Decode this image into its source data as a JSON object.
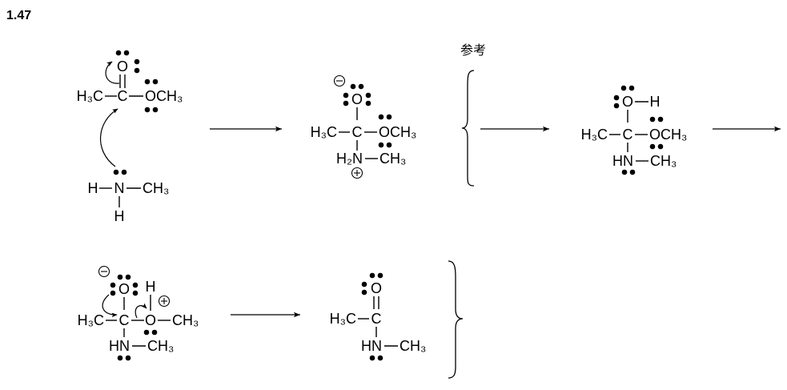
{
  "problem_number": "1.47",
  "reference_label": "参考",
  "colors": {
    "ink": "#000000",
    "background": "#ffffff"
  },
  "icons": {
    "negative_charge": "minus-circle-icon",
    "positive_charge": "plus-circle-icon",
    "reaction_arrow": "arrow-right-icon",
    "electron_arrow": "curved-arrow-icon",
    "lone_pair": "electron-pair-dots",
    "bracket": "curly-brace"
  },
  "step1": {
    "ester": {
      "carbonyl_oxygen": "O",
      "methyl": "H₃C",
      "carbon": "C",
      "methoxy": "OCH₃"
    },
    "amine": {
      "hydrogen_left": "H",
      "nitrogen": "N",
      "methyl": "CH₃",
      "hydrogen_bottom": "H"
    }
  },
  "step2": {
    "oxygen": "O",
    "methyl": "H₃C",
    "carbon": "C",
    "methoxy": "OCH₃",
    "amine": "H₂N",
    "n_methyl": "CH₃"
  },
  "step3": {
    "oxygen": "O",
    "hydroxyl_h": "H",
    "methyl": "H₃C",
    "carbon": "C",
    "methoxy": "OCH₃",
    "amine": "HN",
    "n_methyl": "CH₃"
  },
  "step4": {
    "oxygen": "O",
    "oxonium_h": "H",
    "methyl": "H₃C",
    "carbon": "C",
    "ether_oxygen": "O",
    "o_methyl": "CH₃",
    "amine": "HN",
    "n_methyl": "CH₃"
  },
  "step5": {
    "oxygen": "O",
    "methyl": "H₃C",
    "carbon": "C",
    "amine": "HN",
    "n_methyl": "CH₃"
  }
}
